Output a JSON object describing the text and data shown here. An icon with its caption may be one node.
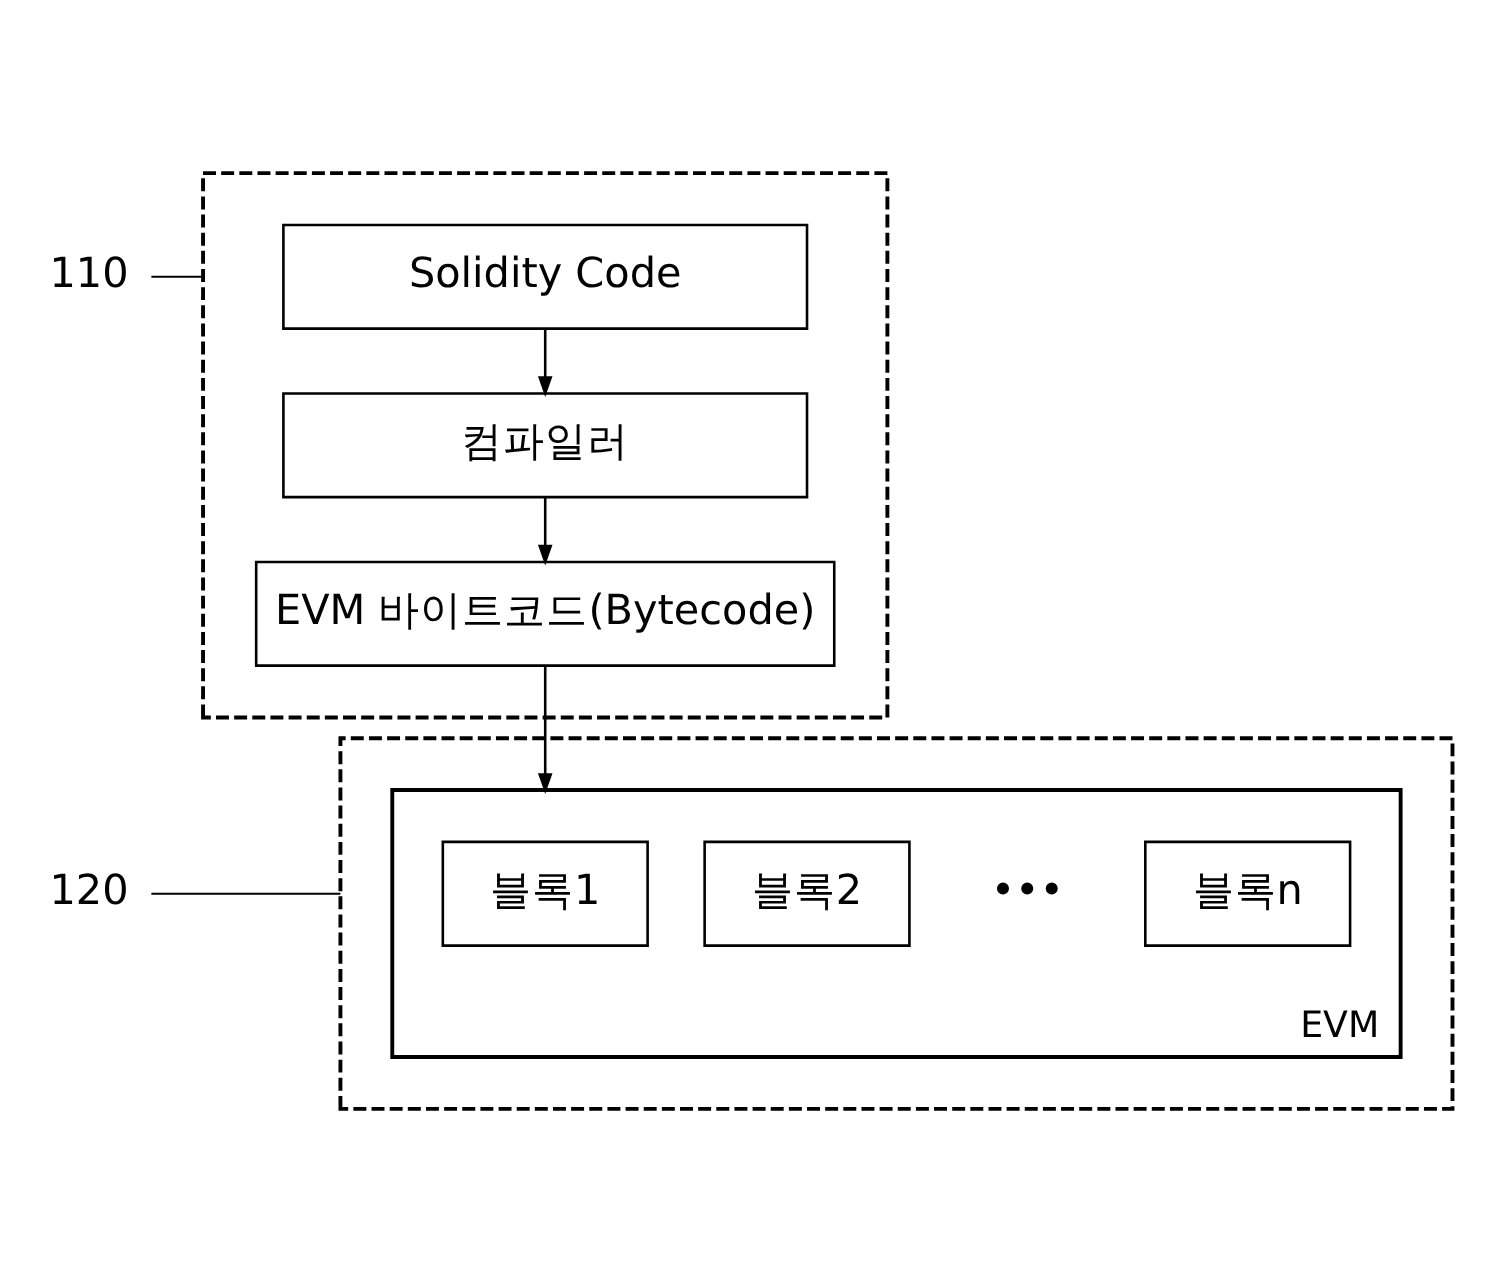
{
  "diagram": {
    "nodes": [
      {
        "text": [
          "110"
        ]
      },
      {
        "text": [],
        "shape": "box"
      },
      {
        "text": [
          "Solidity Code"
        ],
        "in": 1
      },
      {
        "text": [
          "컴파일러"
        ],
        "in": 1
      },
      {
        "text": [
          "EVM 바이트코드(Bytecode)"
        ],
        "in": 1
      },
      {
        "text": [
          "120"
        ]
      },
      {
        "text": [],
        "shape": "box"
      },
      {
        "text": [
          "EVM"
        ],
        "in": 6
      },
      {
        "text": [
          "블록1"
        ],
        "in": 7
      },
      {
        "text": [
          "블록2"
        ],
        "in": 7
      },
      {
        "text": [
          "블록n"
        ],
        "in": 7
      }
    ],
    "edges": [
      {
        "from": 2,
        "to": 3,
        "arrow": "to"
      },
      {
        "from": 3,
        "to": 4,
        "arrow": "to"
      },
      {
        "from": 4,
        "to": 7,
        "arrow": "to"
      },
      {
        "from": 0,
        "to": 1,
        "arrow": "none"
      },
      {
        "from": 5,
        "to": 6,
        "arrow": "none"
      }
    ],
    "labels": [
      "•••"
    ]
  }
}
